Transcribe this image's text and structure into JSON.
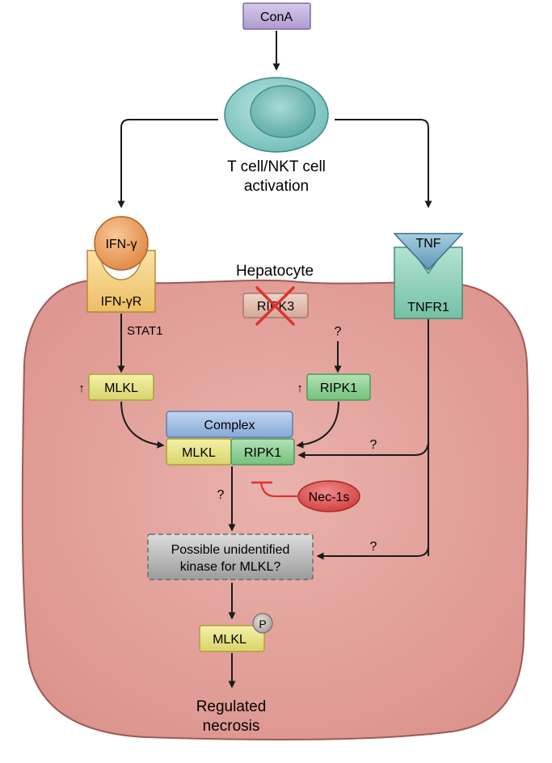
{
  "nodes": {
    "cona": "ConA",
    "tcell": [
      "T cell/NKT cell",
      "activation"
    ],
    "ifng": "IFN-γ",
    "ifngr": "IFN-γR",
    "tnf": "TNF",
    "tnfr1": "TNFR1",
    "hepatocyte": "Hepatocyte",
    "ripk3": "RIPK3",
    "stat1": "STAT1",
    "mlkl_up": "MLKL",
    "ripk1_up": "RIPK1",
    "up_arrow": "↑",
    "complex": "Complex",
    "complex_mlkl": "MLKL",
    "complex_ripk1": "RIPK1",
    "nec1s": "Nec-1s",
    "kinase": [
      "Possible unidentified",
      "kinase for MLKL?"
    ],
    "mlkl_p": "MLKL",
    "phospho": "P",
    "outcome": [
      "Regulated",
      "necrosis"
    ],
    "question": "?"
  },
  "colors": {
    "cell_fill": "#e3a29c",
    "cell_stroke": "#9c5a55",
    "cona_fill": "#c2b0dd",
    "tcell_fill": "#8fd0cc",
    "ifng_fill": "#eea46a",
    "receptor_fill": "#f6d283",
    "tnf_fill": "#7fb3c7",
    "tnfr_fill": "#94d3bf",
    "mlkl_fill": "#ece88a",
    "ripk1_fill": "#93d39a",
    "complex_fill": "#9fbfe3",
    "ripk3_fill": "#e6c0b4",
    "nec_fill": "#e05a5a",
    "inhibit": "#e03030",
    "kinase_fill": "#bdbdbd",
    "p_fill": "#c8c0bc"
  }
}
